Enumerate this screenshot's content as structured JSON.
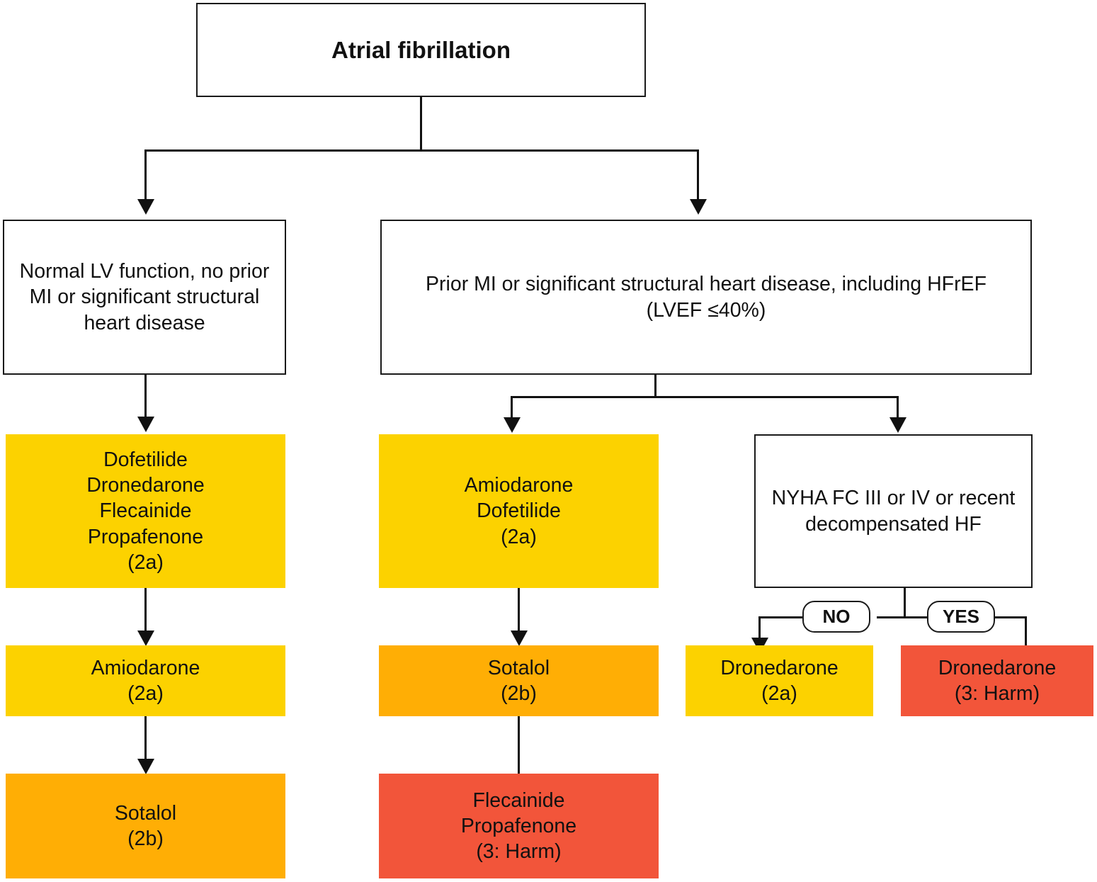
{
  "diagram": {
    "title": "Atrial fibrillation",
    "root": {
      "label": "Atrial fibrillation"
    },
    "branches": {
      "left": {
        "label": "Normal LV function, no prior MI or significant structural heart disease"
      },
      "right": {
        "label": "Prior MI or significant structural heart disease, including HFrEF (LVEF ≤40%)"
      }
    },
    "left_column": [
      {
        "label": "Dofetilide\nDronedarone\nFlecainide\nPropafenone\n(2a)",
        "color": "yellow",
        "cor": "2a"
      },
      {
        "label": "Amiodarone\n(2a)",
        "color": "yellow",
        "cor": "2a"
      },
      {
        "label": "Sotalol\n(2b)",
        "color": "orange",
        "cor": "2b"
      }
    ],
    "middle_column": [
      {
        "label": "Amiodarone\nDofetilide\n(2a)",
        "color": "yellow",
        "cor": "2a"
      },
      {
        "label": "Sotalol\n(2b)",
        "color": "orange",
        "cor": "2b"
      },
      {
        "label": "Flecainide\nPropafenone\n(3: Harm)",
        "color": "red",
        "cor": "3: Harm"
      }
    ],
    "right_column": {
      "decision": {
        "label": "NYHA FC III or IV or recent decompensated HF"
      },
      "no_label": "NO",
      "yes_label": "YES",
      "no_outcome": {
        "label": "Dronedarone\n(2a)",
        "color": "yellow",
        "cor": "2a"
      },
      "yes_outcome": {
        "label": "Dronedarone\n(3: Harm)",
        "color": "red",
        "cor": "3: Harm"
      }
    },
    "colors": {
      "yellow": "#fcd200",
      "orange": "#ffae05",
      "red": "#f2553a",
      "white": "#ffffff",
      "line": "#111111"
    }
  }
}
